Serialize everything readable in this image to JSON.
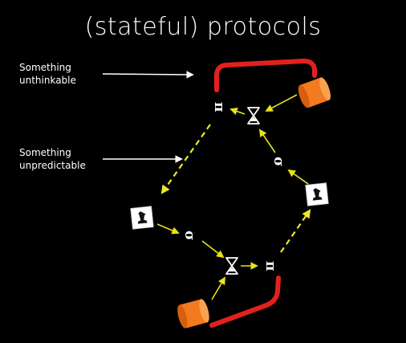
{
  "title": "(stateful) protocols",
  "annotations": {
    "unthinkable": [
      "Something",
      "unthinkable"
    ],
    "unpredictable": [
      "Something",
      "unpredictable"
    ]
  },
  "symbols": {
    "pi": "π",
    "sigma": "σ"
  },
  "colors": {
    "background": "#000000",
    "text": "#ffffff",
    "bracket": "#e3211c",
    "arrow": "#e8e21a",
    "cylinder": "#f47a1f",
    "dashed_arrow": "#ede62a"
  },
  "icons": {
    "cylinder": "database-cylinder-icon",
    "hourglass": "hourglass-icon",
    "player": "chess-piece-card-icon"
  }
}
